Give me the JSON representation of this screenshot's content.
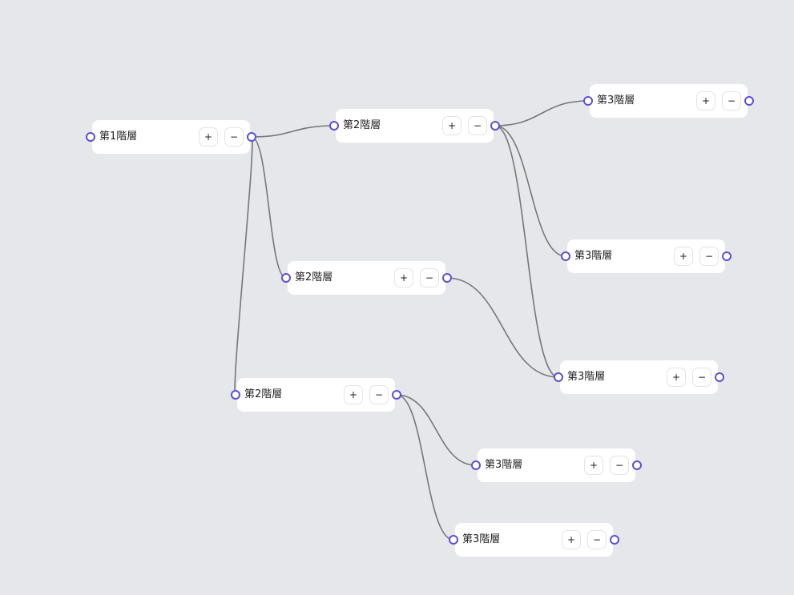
{
  "nodes": [
    {
      "id": "n1",
      "label": "第1階層",
      "plus": "+",
      "minus": "−"
    },
    {
      "id": "n2a",
      "label": "第2階層",
      "plus": "+",
      "minus": "−"
    },
    {
      "id": "n2b",
      "label": "第2階層",
      "plus": "+",
      "minus": "−"
    },
    {
      "id": "n2c",
      "label": "第2階層",
      "plus": "+",
      "minus": "−"
    },
    {
      "id": "n3a",
      "label": "第3階層",
      "plus": "+",
      "minus": "−"
    },
    {
      "id": "n3b",
      "label": "第3階層",
      "plus": "+",
      "minus": "−"
    },
    {
      "id": "n3c",
      "label": "第3階層",
      "plus": "+",
      "minus": "−"
    },
    {
      "id": "n3d",
      "label": "第3階層",
      "plus": "+",
      "minus": "−"
    },
    {
      "id": "n3e",
      "label": "第3階層",
      "plus": "+",
      "minus": "−"
    }
  ],
  "colors": {
    "edge": "#777777",
    "handle": "#5b50d6",
    "background": "#e5e7eb"
  }
}
